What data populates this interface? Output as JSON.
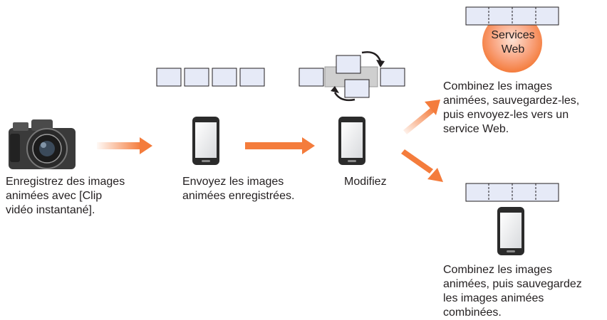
{
  "steps": {
    "record": "Enregistrez des images\nanimées avec [Clip\nvidéo instantané].",
    "send": "Envoyez les images\nanimées enregistrées.",
    "edit": "Modifiez",
    "combine_web": "Combinez les images\nanimées, sauvegardez-les,\npuis envoyez-les vers un\nservice Web.",
    "combine_save": "Combinez les images\nanimées, puis sauvegardez\nles images animées\ncombinées."
  },
  "web_service": {
    "label": "Services\nWeb"
  },
  "icons": {
    "camera": "camera-icon",
    "phone": "smartphone-icon",
    "arrow": "arrow-right-icon",
    "rotate": "rotate-arrows-icon"
  },
  "colors": {
    "accent": "#f47c3c",
    "frame_fill": "#e6eaf7",
    "frame_stroke": "#231f20",
    "web_circle": "#f7a27d"
  }
}
